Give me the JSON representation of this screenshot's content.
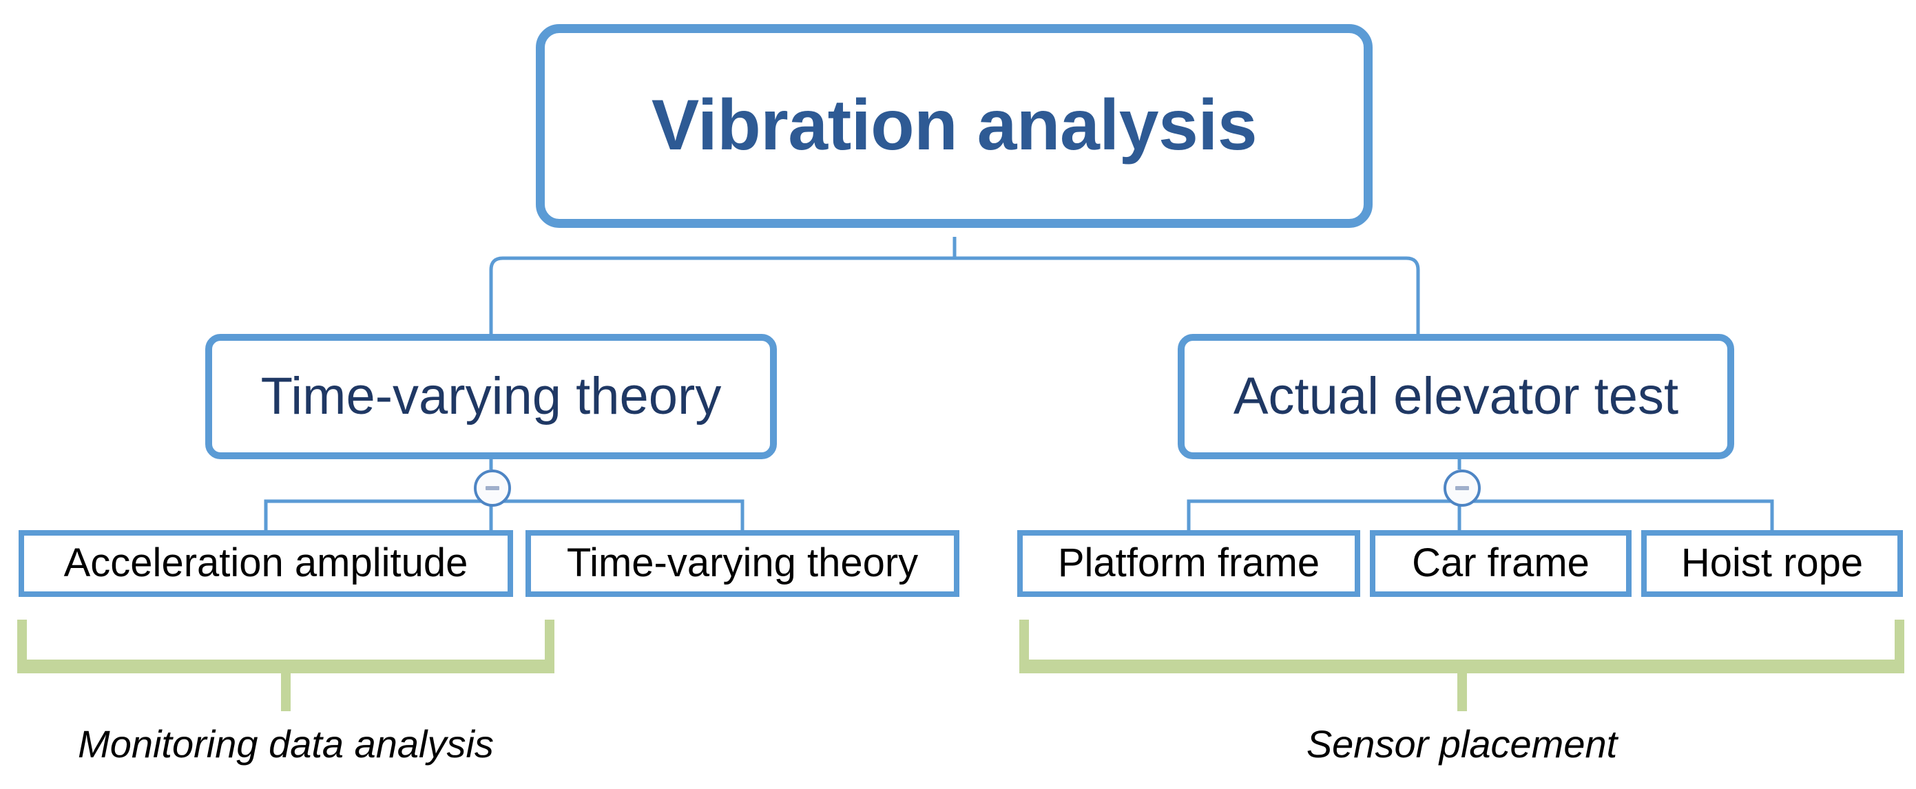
{
  "diagram": {
    "title": "Vibration analysis",
    "accent_color": "#5B9BD5",
    "root_text_color": "#2E5A94",
    "level2_text_color": "#1F3864",
    "leaf_text_color": "#000000",
    "bracket_color": "#C3D69B",
    "root": {
      "label": "Vibration analysis"
    },
    "branches": [
      {
        "label": "Time-varying theory",
        "toggle": "collapse-minus",
        "children": [
          {
            "label": "Acceleration amplitude"
          },
          {
            "label": "Time-varying theory"
          }
        ],
        "caption": "Monitoring data analysis"
      },
      {
        "label": "Actual elevator test",
        "toggle": "collapse-minus",
        "children": [
          {
            "label": "Platform frame"
          },
          {
            "label": "Car frame"
          },
          {
            "label": "Hoist rope"
          }
        ],
        "caption": "Sensor placement"
      }
    ]
  }
}
